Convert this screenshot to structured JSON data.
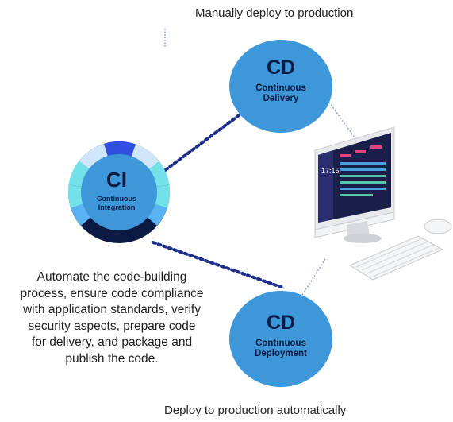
{
  "captions": {
    "top": "Manually deploy to production",
    "bottom": "Deploy to production automatically"
  },
  "nodes": {
    "ci": {
      "abbr": "CI",
      "name_line1": "Continuous",
      "name_line2": "Integration"
    },
    "cd_delivery": {
      "abbr": "CD",
      "name_line1": "Continuous",
      "name_line2": "Delivery"
    },
    "cd_deployment": {
      "abbr": "CD",
      "name_line1": "Continuous",
      "name_line2": "Deployment"
    }
  },
  "description": {
    "lines": [
      "Automate the code-building",
      "process, ensure code compliance",
      "with application standards, verify",
      "security aspects, prepare code",
      "for delivery, and package and",
      "publish the code."
    ]
  },
  "monitor": {
    "clock": "17:15"
  },
  "colors": {
    "node_blue": "#3d97d9",
    "navy": "#0a1a42",
    "dotted_navy": "#1b2e8a",
    "dotted_light": "#6c87c7"
  }
}
